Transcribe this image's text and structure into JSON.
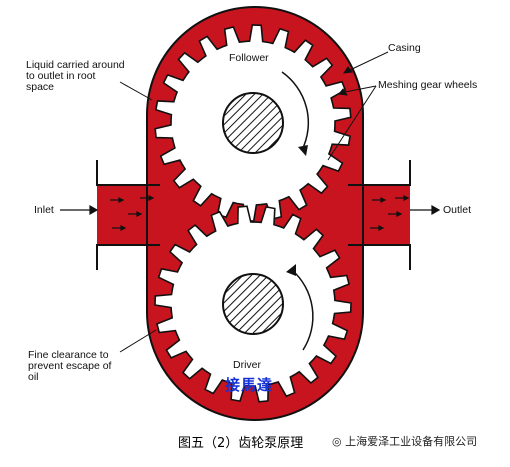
{
  "labels": {
    "liquid": "Liquid carried around\nto outlet in root\nspace",
    "casing": "Casing",
    "meshing": "Meshing gear wheels",
    "follower": "Follower",
    "inlet": "Inlet",
    "outlet": "Outlet",
    "clearance": "Fine clearance to\nprevent escape of\noil",
    "driver": "Driver"
  },
  "stamp": "接馬達",
  "caption": "图五（2）齿轮泵原理",
  "watermark": "上海爱泽工业设备有限公司",
  "colors": {
    "fluid": "#c8141e",
    "line": "#111111"
  }
}
